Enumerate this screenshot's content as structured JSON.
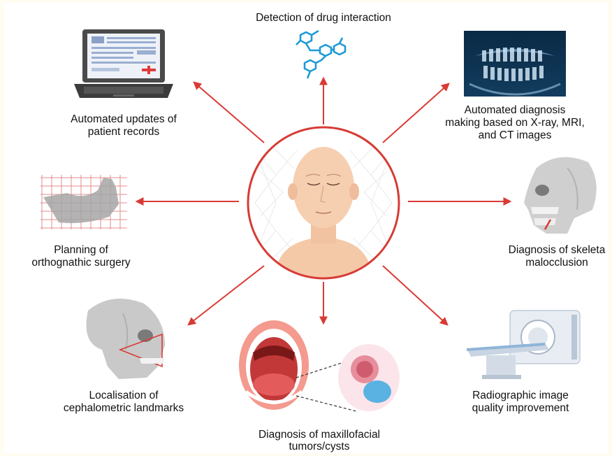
{
  "center": {
    "icon": "person-head-neural-network-icon"
  },
  "labels": {
    "drug": [
      "Detection of drug interaction"
    ],
    "records": [
      "Automated updates of",
      "patient records"
    ],
    "xray": [
      "Automated diagnosis",
      "making based on X-ray, MRI,",
      "and CT images"
    ],
    "orthognathic": [
      "Planning of",
      "orthognathic surgery"
    ],
    "malocclusion": [
      "Diagnosis of skeleta",
      "malocclusion"
    ],
    "cephalometric": [
      "Localisation of",
      "cephalometric landmarks"
    ],
    "tumors": [
      "Diagnosis of maxillofacial",
      "tumors/cysts"
    ],
    "radiographic": [
      "Radiographic image",
      "quality improvement"
    ]
  },
  "icons": {
    "drug": "molecule-icon",
    "records": "laptop-patient-record-icon",
    "xray": "panoramic-dental-xray-icon",
    "orthognathic": "jaw-grid-icon",
    "malocclusion": "skull-profile-icon",
    "cephalometric": "skull-landmarks-icon",
    "tumors": "open-mouth-cyst-icon",
    "radiographic": "ct-scanner-icon"
  },
  "colors": {
    "arrow": "#d93a35",
    "circle": "#d63b35"
  }
}
